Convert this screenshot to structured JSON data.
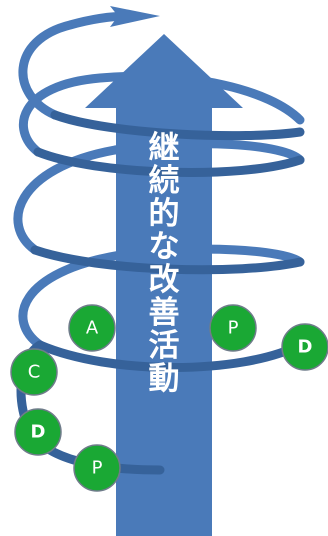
{
  "title": "継続的な改善活動",
  "cycle_nodes": [
    {
      "id": "p-top",
      "label": "P"
    },
    {
      "id": "d-right",
      "label": "D"
    },
    {
      "id": "a",
      "label": "A"
    },
    {
      "id": "c",
      "label": "C"
    },
    {
      "id": "d-left",
      "label": "D"
    },
    {
      "id": "p-bottom",
      "label": "P"
    }
  ],
  "colors": {
    "arrow": "#4a7ab9",
    "spiral": "#4a7ab9",
    "spiral_shadow": "#36629a",
    "node_fill": "#1aa834",
    "node_stroke": "#6f7c8a",
    "text": "#ffffff"
  }
}
